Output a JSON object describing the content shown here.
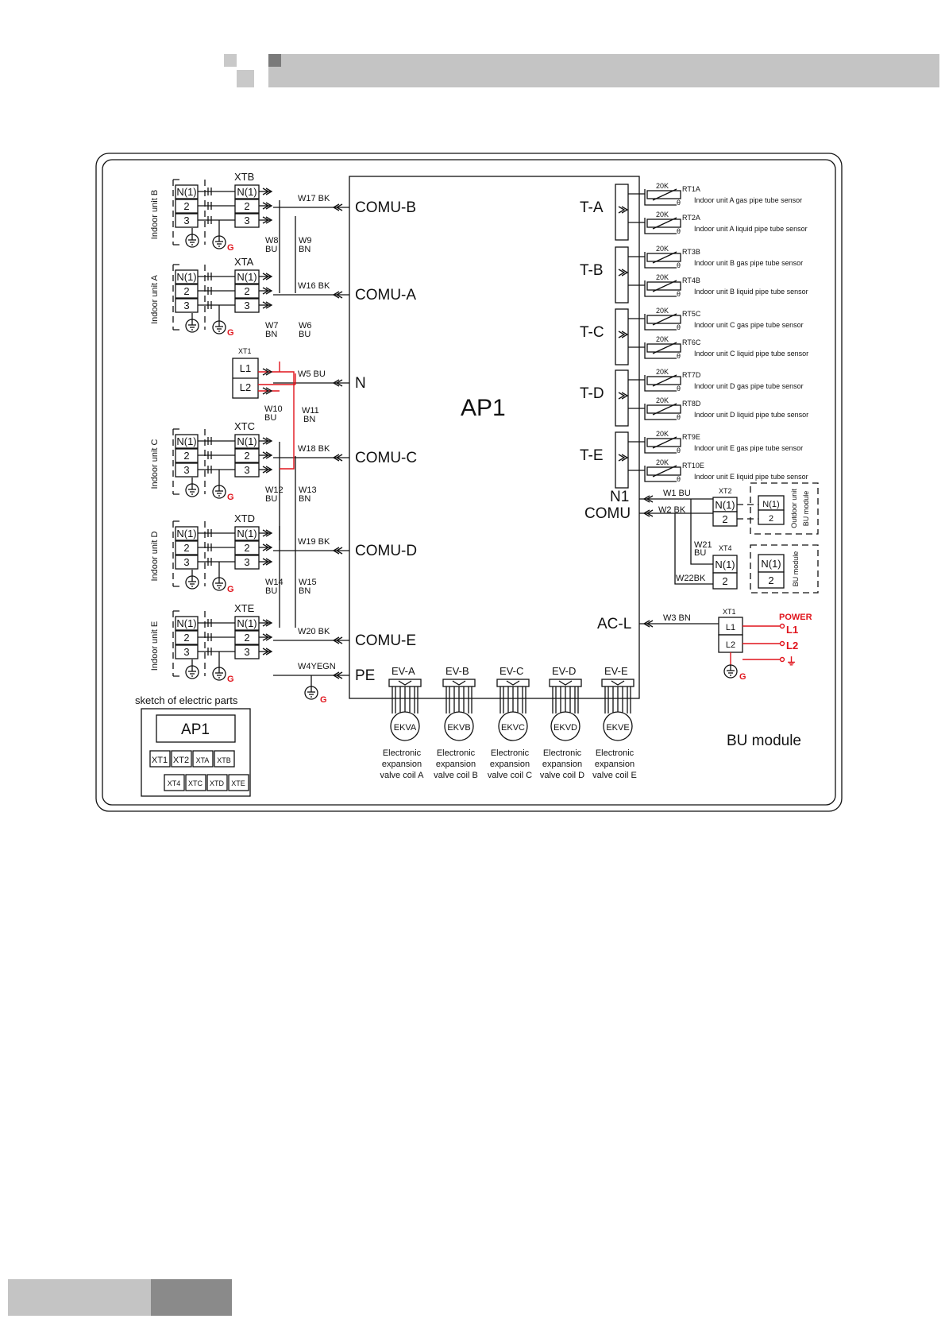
{
  "board": {
    "name": "AP1"
  },
  "ports_left": [
    {
      "label": "COMU-B",
      "wire": "W17 BK"
    },
    {
      "label": "COMU-A",
      "wire": "W16 BK"
    },
    {
      "label": "N",
      "wire": "W5 BU"
    },
    {
      "label": "COMU-C",
      "wire": "W18 BK"
    },
    {
      "label": "COMU-D",
      "wire": "W19 BK"
    },
    {
      "label": "COMU-E",
      "wire": "W20 BK"
    },
    {
      "label": "PE",
      "wire": "W4YEGN"
    }
  ],
  "units": [
    {
      "name": "Indoor unit B",
      "terminal": "XTB",
      "wire_a": [
        "W8",
        "BU"
      ],
      "wire_b": [
        "W9",
        "BN"
      ]
    },
    {
      "name": "Indoor unit A",
      "terminal": "XTA",
      "wire_a": [
        "W7",
        "BN"
      ],
      "wire_b": [
        "W6",
        "BU"
      ]
    },
    {
      "name": "Indoor unit C",
      "terminal": "XTC",
      "wire_a": [
        "W12",
        "BU"
      ],
      "wire_b": [
        "W13",
        "BN"
      ]
    },
    {
      "name": "Indoor unit D",
      "terminal": "XTD",
      "wire_a": [
        "W14",
        "BU"
      ],
      "wire_b": [
        "W15",
        "BN"
      ]
    },
    {
      "name": "Indoor unit E",
      "terminal": "XTE",
      "wire_a": [],
      "wire_b": []
    }
  ],
  "terminal_labels": {
    "n1": "N(1)",
    "t2": "2",
    "t3": "3",
    "l1": "L1",
    "l2": "L2",
    "xt1": "XT1",
    "ground": "G"
  },
  "power_block": {
    "wire_a": [
      "W10",
      "BU"
    ],
    "wire_b": [
      "W11",
      "BN"
    ]
  },
  "sensors": [
    {
      "port": "T-A",
      "items": [
        {
          "id": "RT1A",
          "r": "20K",
          "desc": "Indoor unit A gas pipe tube sensor"
        },
        {
          "id": "RT2A",
          "r": "20K",
          "desc": "Indoor unit A liquid pipe tube sensor"
        }
      ]
    },
    {
      "port": "T-B",
      "items": [
        {
          "id": "RT3B",
          "r": "20K",
          "desc": "Indoor unit B gas pipe tube sensor"
        },
        {
          "id": "RT4B",
          "r": "20K",
          "desc": "Indoor unit B liquid pipe tube sensor"
        }
      ]
    },
    {
      "port": "T-C",
      "items": [
        {
          "id": "RT5C",
          "r": "20K",
          "desc": "Indoor unit C gas pipe tube sensor"
        },
        {
          "id": "RT6C",
          "r": "20K",
          "desc": "Indoor unit C liquid pipe tube sensor"
        }
      ]
    },
    {
      "port": "T-D",
      "items": [
        {
          "id": "RT7D",
          "r": "20K",
          "desc": "Indoor unit D gas pipe tube sensor"
        },
        {
          "id": "RT8D",
          "r": "20K",
          "desc": "Indoor unit D liquid pipe tube sensor"
        }
      ]
    },
    {
      "port": "T-E",
      "items": [
        {
          "id": "RT9E",
          "r": "20K",
          "desc": "Indoor unit E gas pipe tube sensor"
        },
        {
          "id": "RT10E",
          "r": "20K",
          "desc": "Indoor unit E liquid pipe tube sensor"
        }
      ]
    }
  ],
  "comm_right": {
    "port_n1": "N1",
    "port_comu": "COMU",
    "w1": "W1 BU",
    "w2": "W2 BK",
    "w21a": "W21",
    "w21b": "BU",
    "w22": "W22BK",
    "xt2": "XT2",
    "xt4": "XT4",
    "outdoor_label": "Outdoor unit",
    "bu_label": "BU module"
  },
  "acl": {
    "port": "AC-L",
    "wire": "W3 BN",
    "xt1": "XT1",
    "power": "POWER",
    "l1": "L1",
    "l2": "L2",
    "ground_sym": "⏚",
    "g": "G"
  },
  "valves": [
    {
      "port": "EV-A",
      "coil": "EKVA",
      "desc": [
        "Electronic",
        "expansion",
        "valve coil A"
      ]
    },
    {
      "port": "EV-B",
      "coil": "EKVB",
      "desc": [
        "Electronic",
        "expansion",
        "valve coil B"
      ]
    },
    {
      "port": "EV-C",
      "coil": "EKVC",
      "desc": [
        "Electronic",
        "expansion",
        "valve coil C"
      ]
    },
    {
      "port": "EV-D",
      "coil": "EKVD",
      "desc": [
        "Electronic",
        "expansion",
        "valve coil D"
      ]
    },
    {
      "port": "EV-E",
      "coil": "EKVE",
      "desc": [
        "Electronic",
        "expansion",
        "valve coil E"
      ]
    }
  ],
  "sketch": {
    "title": "sketch of electric parts",
    "board": "AP1",
    "row1": [
      "XT1",
      "XT2",
      "XTA",
      "XTB"
    ],
    "row2": [
      "XT4",
      "XTC",
      "XTD",
      "XTE"
    ]
  },
  "module_label": "BU module"
}
